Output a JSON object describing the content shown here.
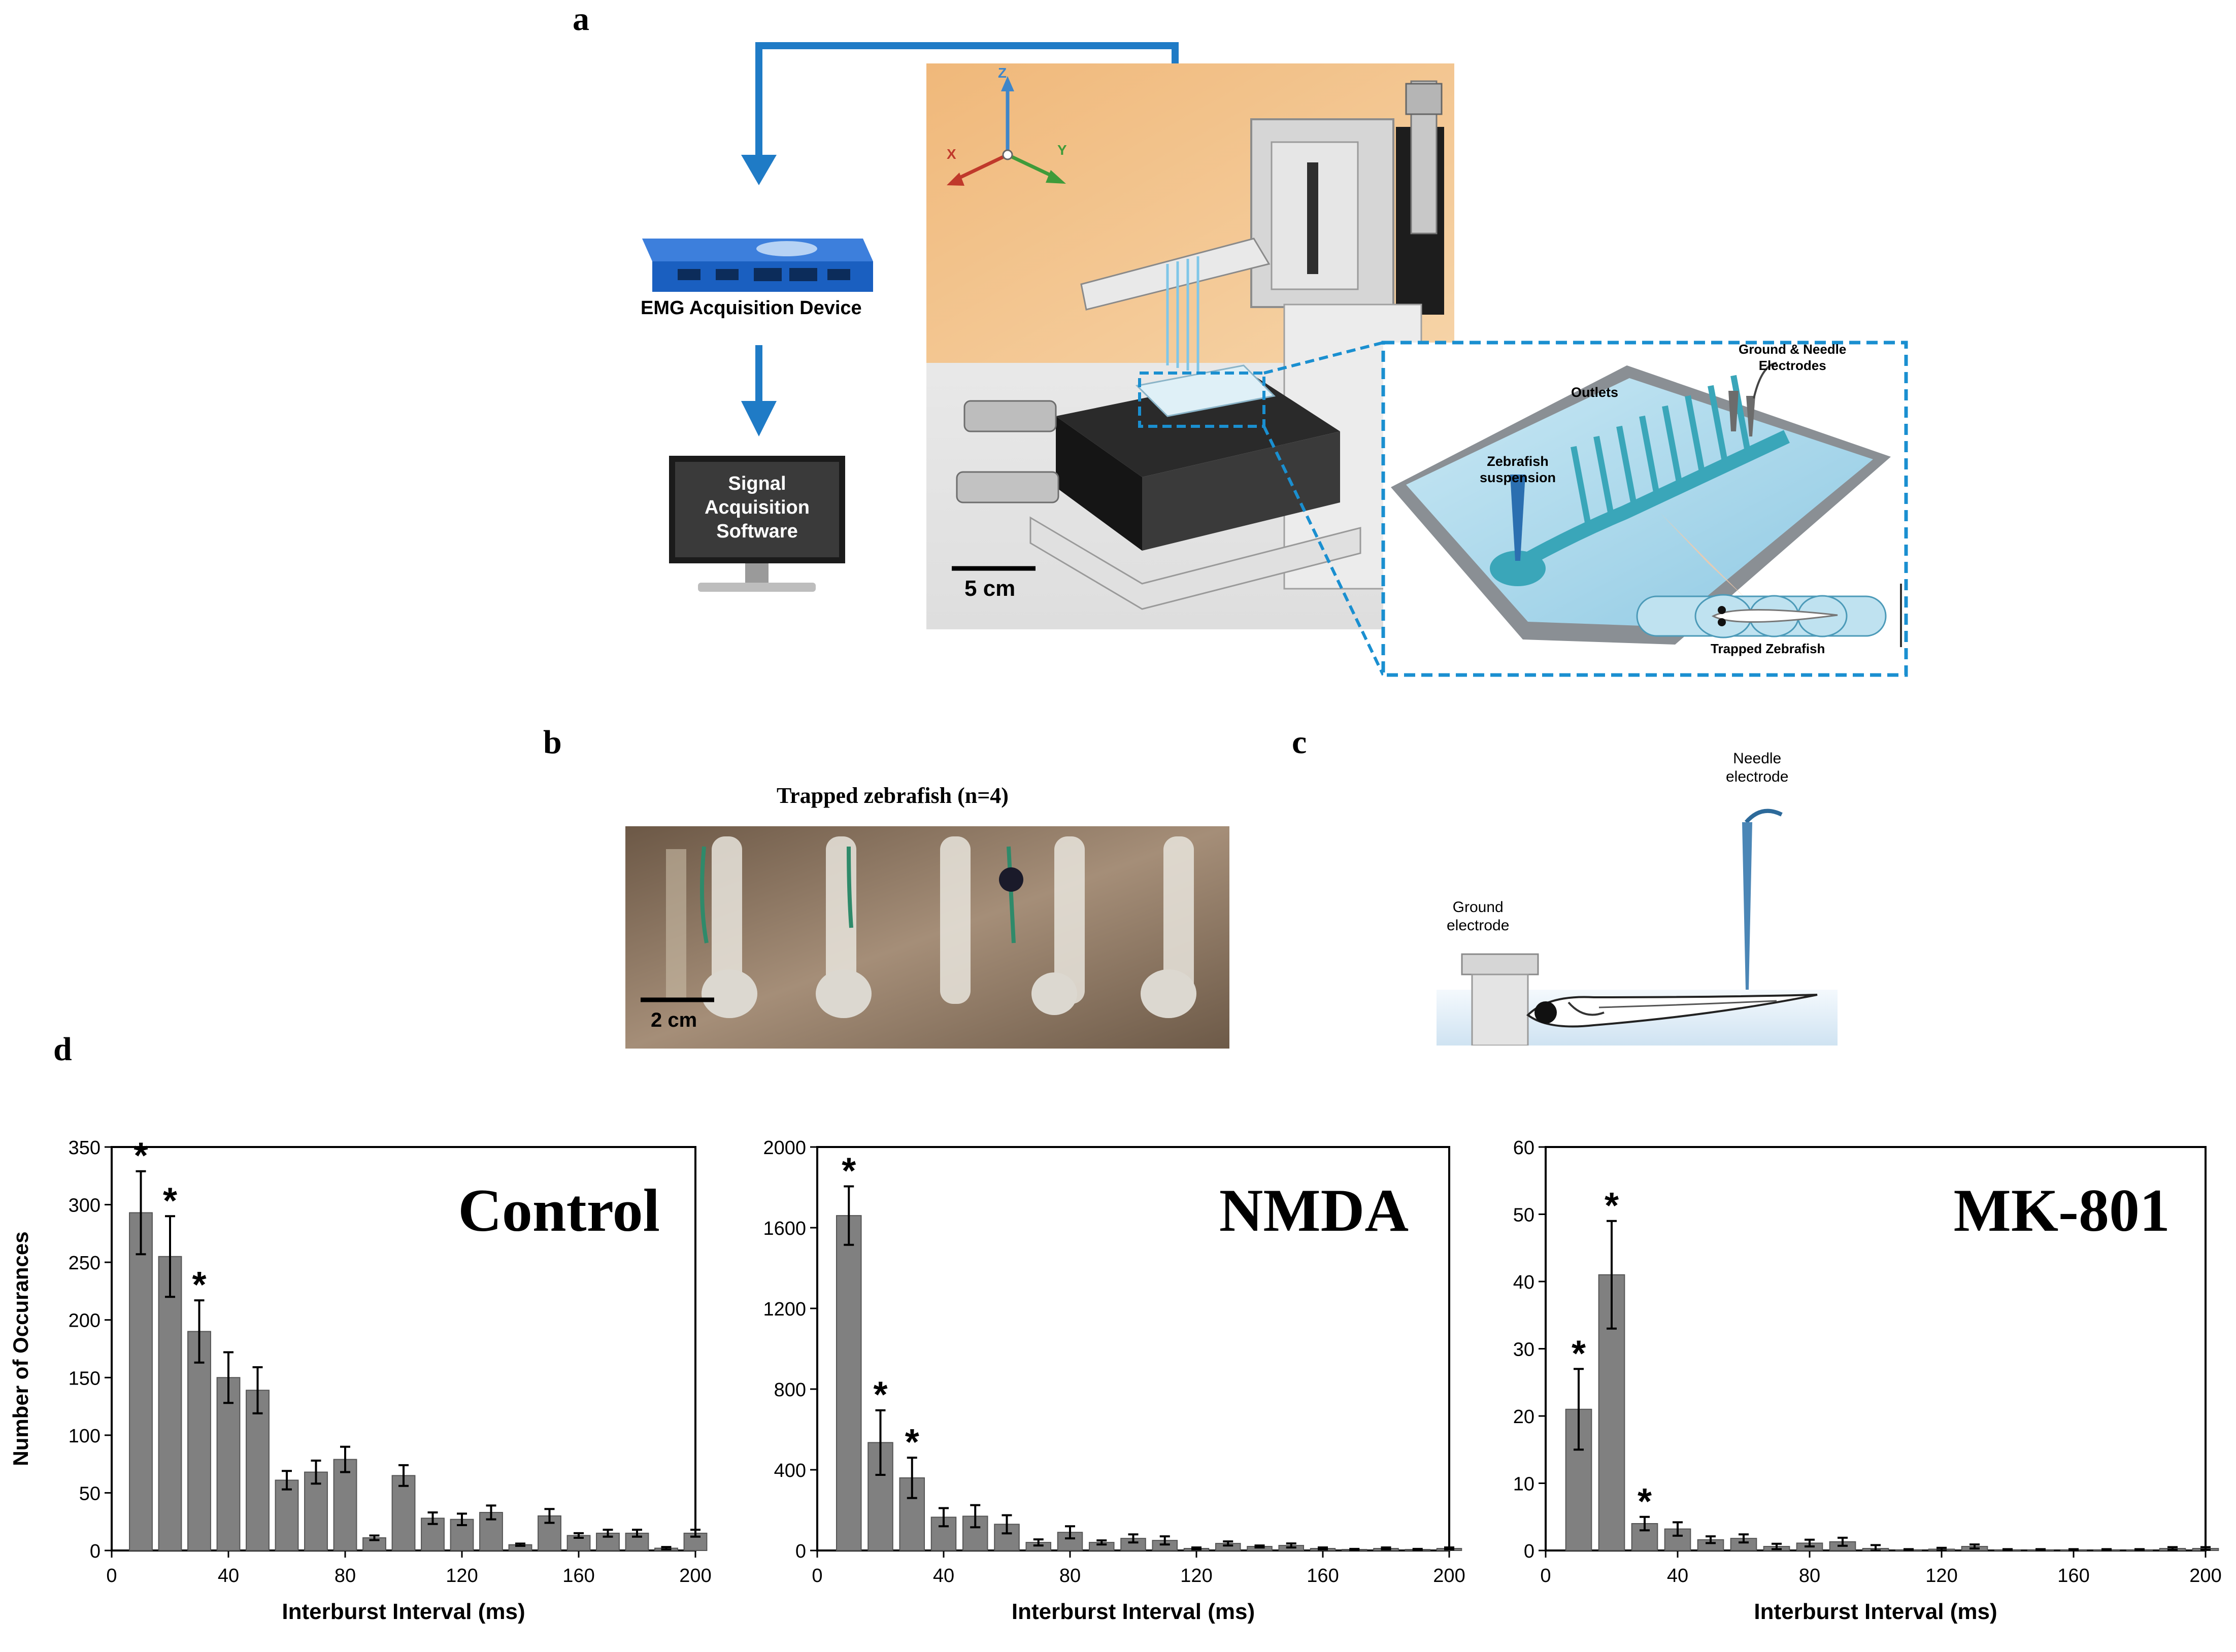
{
  "panel_labels": {
    "a": "a",
    "b": "b",
    "c": "c",
    "d": "d"
  },
  "panel_a": {
    "device_label": "EMG Acquisition Device",
    "software_label": [
      "Signal",
      "Acquisition",
      "Software"
    ],
    "scale_bar": "5 cm",
    "axes": {
      "x": "X",
      "y": "Y",
      "z": "Z"
    },
    "inset": {
      "ground_needle": [
        "Ground & Needle",
        "Electrodes"
      ],
      "outlets": "Outlets",
      "suspension": [
        "Zebrafish",
        "suspension"
      ],
      "trapped": "Trapped Zebrafish"
    }
  },
  "panel_b": {
    "title": "Trapped zebrafish (n=4)",
    "scale_bar": "2 cm"
  },
  "panel_c": {
    "needle": [
      "Needle",
      "electrode"
    ],
    "ground": [
      "Ground",
      "electrode"
    ]
  },
  "colors": {
    "bar": "#808080",
    "arrow": "#1f7bc6",
    "inset_border": "#1a8fd0",
    "device": "#1a5fc0"
  },
  "chart_data": [
    {
      "type": "bar",
      "title": "Control",
      "xlabel": "Interburst Interval (ms)",
      "ylabel": "Number of Occurances",
      "xlim": [
        0,
        200
      ],
      "ylim": [
        0,
        350
      ],
      "xticks": [
        0,
        40,
        80,
        120,
        160,
        200
      ],
      "yticks": [
        0,
        50,
        100,
        150,
        200,
        250,
        300,
        350
      ],
      "x": [
        10,
        20,
        30,
        40,
        50,
        60,
        70,
        80,
        90,
        100,
        110,
        120,
        130,
        140,
        150,
        160,
        170,
        180,
        190,
        200
      ],
      "values": [
        293,
        255,
        190,
        150,
        139,
        61,
        68,
        79,
        11,
        65,
        28,
        27,
        33,
        5,
        30,
        13,
        15,
        15,
        2,
        15
      ],
      "errors": [
        36,
        35,
        27,
        22,
        20,
        8,
        10,
        11,
        2,
        9,
        5,
        5,
        6,
        1,
        6,
        2,
        3,
        3,
        1,
        3
      ],
      "significant": [
        true,
        true,
        true,
        false,
        false,
        false,
        false,
        false,
        false,
        false,
        false,
        false,
        false,
        false,
        false,
        false,
        false,
        false,
        false,
        false
      ],
      "marker": "*"
    },
    {
      "type": "bar",
      "title": "NMDA",
      "xlabel": "Interburst Interval (ms)",
      "ylabel": "",
      "xlim": [
        0,
        200
      ],
      "ylim": [
        0,
        2000
      ],
      "xticks": [
        0,
        40,
        80,
        120,
        160,
        200
      ],
      "yticks": [
        0,
        400,
        800,
        1200,
        1600,
        2000
      ],
      "x": [
        10,
        20,
        30,
        40,
        50,
        60,
        70,
        80,
        90,
        100,
        110,
        120,
        130,
        140,
        150,
        160,
        170,
        180,
        190,
        200
      ],
      "values": [
        1660,
        535,
        360,
        165,
        170,
        130,
        40,
        90,
        40,
        60,
        50,
        10,
        35,
        20,
        25,
        10,
        5,
        10,
        5,
        10
      ],
      "errors": [
        145,
        160,
        100,
        45,
        55,
        45,
        15,
        30,
        10,
        20,
        20,
        5,
        10,
        5,
        10,
        5,
        3,
        5,
        3,
        5
      ],
      "significant": [
        true,
        true,
        true,
        false,
        false,
        false,
        false,
        false,
        false,
        false,
        false,
        false,
        false,
        false,
        false,
        false,
        false,
        false,
        false,
        false
      ],
      "marker": "*"
    },
    {
      "type": "bar",
      "title": "MK-801",
      "xlabel": "Interburst Interval (ms)",
      "ylabel": "",
      "xlim": [
        0,
        200
      ],
      "ylim": [
        0,
        60
      ],
      "xticks": [
        0,
        40,
        80,
        120,
        160,
        200
      ],
      "yticks": [
        0,
        10,
        20,
        30,
        40,
        50,
        60
      ],
      "x": [
        10,
        20,
        30,
        40,
        50,
        60,
        70,
        80,
        90,
        100,
        110,
        120,
        130,
        140,
        150,
        160,
        170,
        180,
        190,
        200
      ],
      "values": [
        21,
        41,
        4,
        3.2,
        1.6,
        1.8,
        0.6,
        1.1,
        1.3,
        0.3,
        0.1,
        0.2,
        0.6,
        0.1,
        0.1,
        0.1,
        0.1,
        0.1,
        0.3,
        0.3
      ],
      "errors": [
        6,
        8,
        1,
        1,
        0.5,
        0.6,
        0.4,
        0.5,
        0.6,
        0.5,
        0.1,
        0.2,
        0.3,
        0.1,
        0.1,
        0.1,
        0.1,
        0.1,
        0.2,
        0.2
      ],
      "significant": [
        true,
        true,
        true,
        false,
        false,
        false,
        false,
        false,
        false,
        false,
        false,
        false,
        false,
        false,
        false,
        false,
        false,
        false,
        false,
        false
      ],
      "marker": "*"
    }
  ]
}
